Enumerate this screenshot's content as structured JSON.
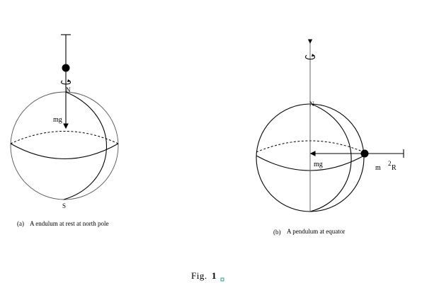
{
  "figure": {
    "caption_label": "Fig.",
    "caption_number": "1"
  },
  "panel_a": {
    "caption_tag": "(a)",
    "caption_text": "A endulum at rest at north pole",
    "north_label": "N",
    "south_label": "S",
    "force_label": "mg"
  },
  "panel_b": {
    "caption_tag": "(b)",
    "caption_text": "A pendulum at equator",
    "north_label": "N",
    "gravity_label": "mg",
    "centripetal_label_m": "m",
    "centripetal_label_sup": "2",
    "centripetal_label_r": "R"
  },
  "colors": {
    "ink": "#000000",
    "sphere_outline": "#555555",
    "marker": "#2a9d8f"
  }
}
